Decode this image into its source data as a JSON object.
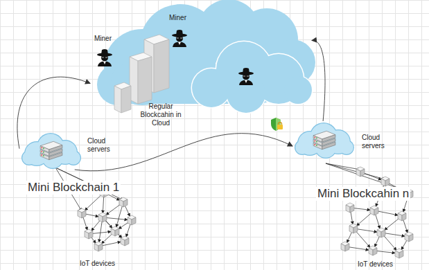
{
  "diagram": {
    "nodes": [
      {
        "text": [
          "Regular Blockcahin in Cloud"
        ]
      },
      {
        "text": [
          "Cloud servers"
        ]
      },
      {
        "text": [
          "Cloud servers"
        ]
      }
    ],
    "edges": [
      {
        "from": 1,
        "to": 0,
        "arrow": "to"
      },
      {
        "from": 2,
        "to": 0,
        "arrow": "to"
      },
      {
        "from": 1,
        "to": 2,
        "arrow": "to"
      }
    ],
    "labels": [
      "Miner",
      "Miner",
      "Mini Blockchain 1",
      "Mini Blockcahin n",
      "IoT devices",
      "IoT devices"
    ]
  }
}
